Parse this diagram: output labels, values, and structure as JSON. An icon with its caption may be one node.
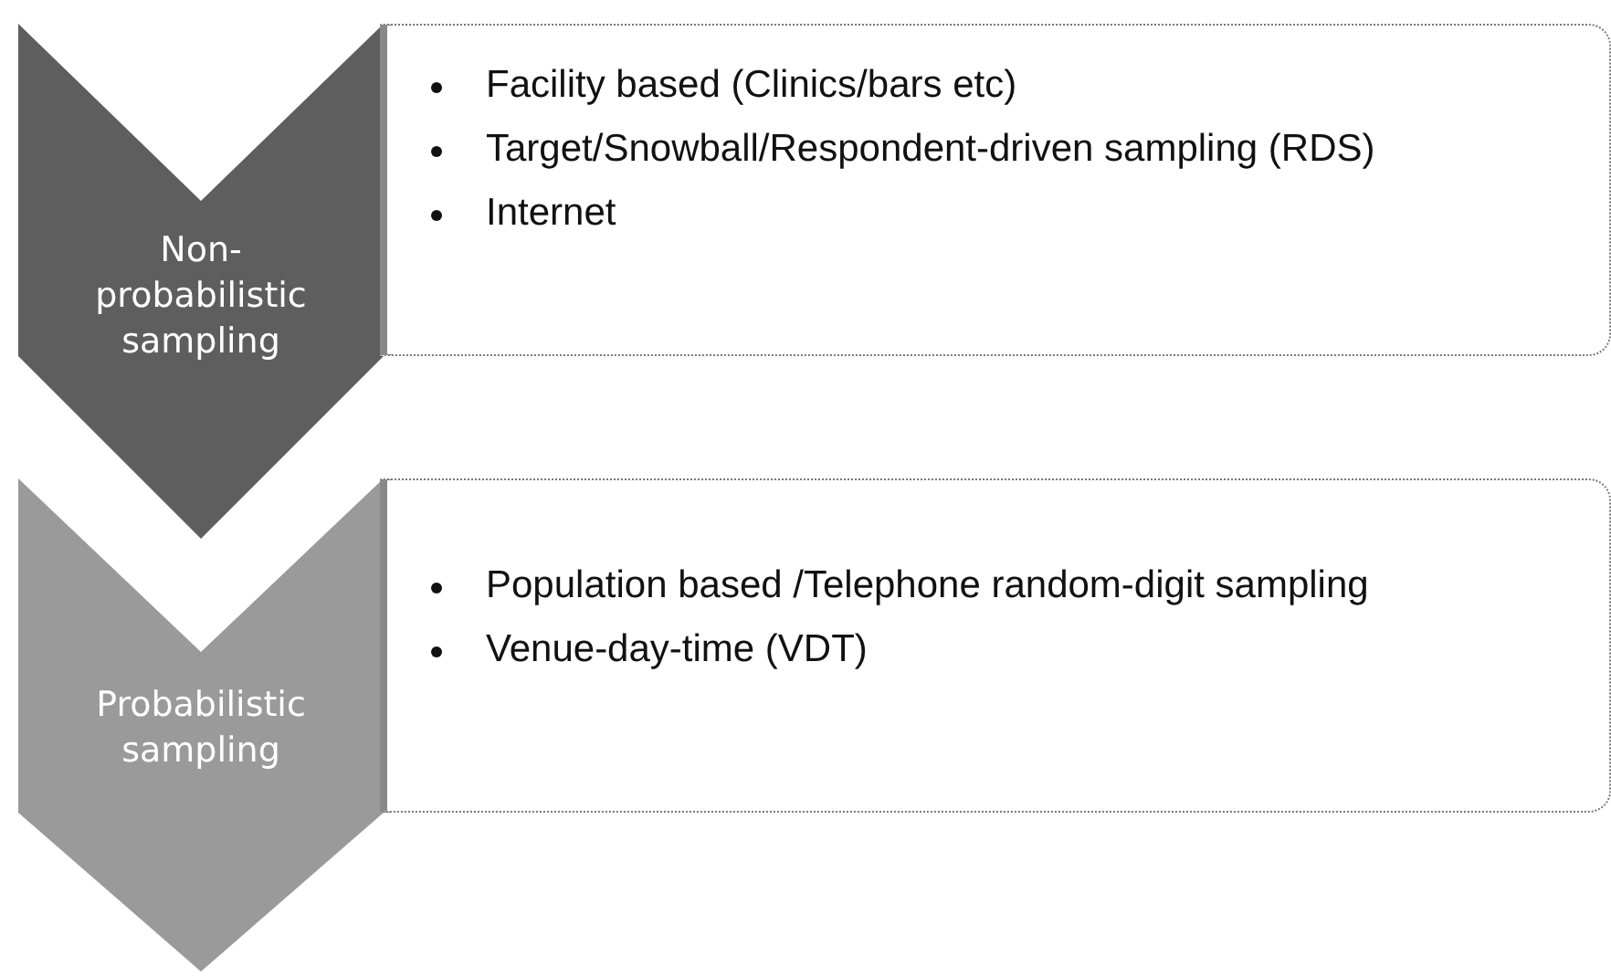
{
  "diagram": {
    "nodes": [
      {
        "text": [
          "Non-probabilistic sampling"
        ]
      },
      {
        "text": [
          "Facility based (Clinics/bars etc)",
          "Target/Snowball/Respondent-driven sampling (RDS)",
          "Internet"
        ]
      },
      {
        "text": [
          "Probabilistic sampling"
        ]
      },
      {
        "text": [
          "Population based /Telephone random-digit sampling",
          "Venue-day-time (VDT)"
        ]
      }
    ]
  }
}
